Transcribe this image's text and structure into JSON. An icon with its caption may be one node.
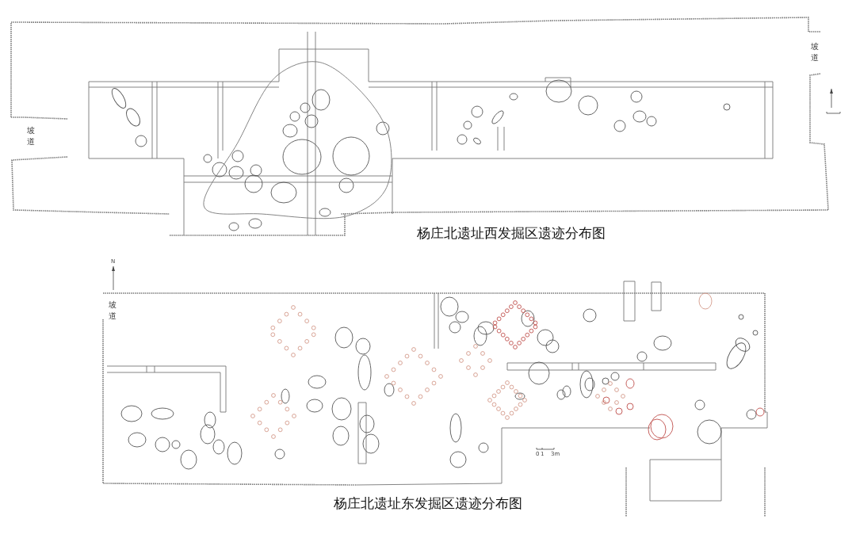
{
  "diagram": {
    "labels": [
      "坡道",
      "坡道",
      "杨庄北遗址西发掘区遗迹分布图",
      "N",
      "坡道",
      "0",
      "1",
      "3m",
      "杨庄北遗址东发掘区遗迹分布图"
    ]
  }
}
